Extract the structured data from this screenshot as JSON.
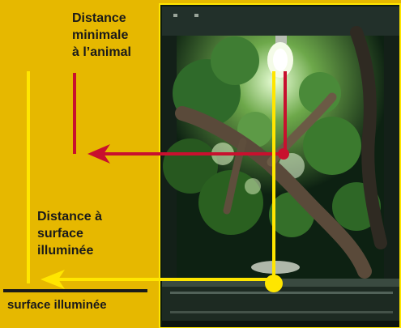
{
  "labels": {
    "min_distance": "Distance\nminimale\nà l’animal",
    "surface_distance": "Distance à\nsurface\nilluminée",
    "surface": "surface illuminée"
  },
  "colors": {
    "background": "#e6b800",
    "red_arrow": "#c8102e",
    "yellow_arrow": "#ffe600",
    "baseline": "#1a1a1a"
  }
}
